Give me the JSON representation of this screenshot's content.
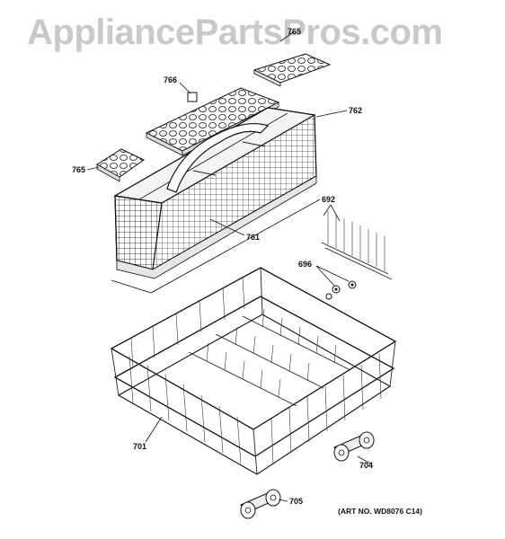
{
  "watermark": "AppliancePartsPros.com",
  "labels": {
    "p701": "701",
    "p704": "704",
    "p705": "705",
    "p761": "761",
    "p762": "762",
    "p765a": "765",
    "p765b": "765",
    "p766": "766",
    "p692": "692",
    "p696": "696"
  },
  "art_no": "(ART NO. WD8076 C14)"
}
